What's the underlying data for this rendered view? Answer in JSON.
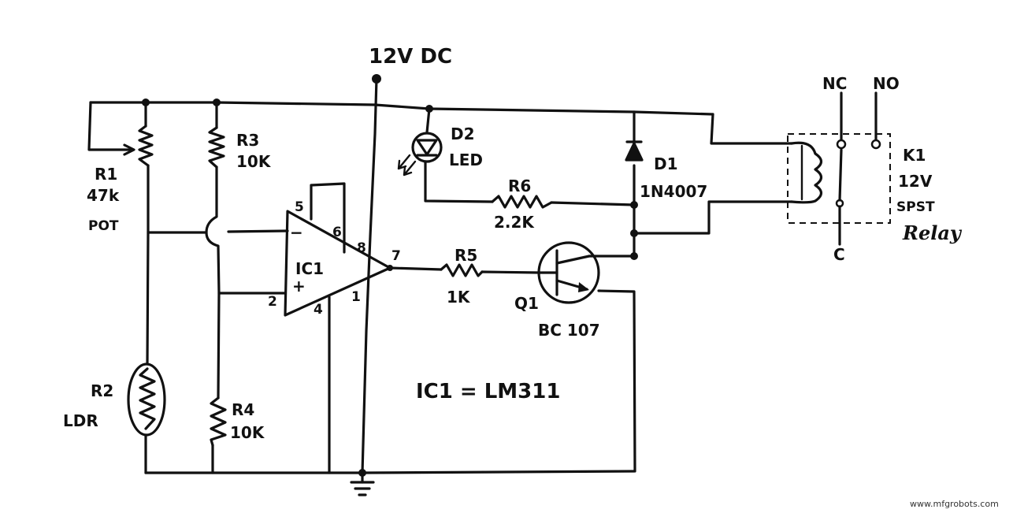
{
  "supply": "12V DC",
  "components": {
    "r1": {
      "ref": "R1",
      "value": "47k",
      "type": "POT"
    },
    "r2": {
      "ref": "R2",
      "type": "LDR"
    },
    "r3": {
      "ref": "R3",
      "value": "10K"
    },
    "r4": {
      "ref": "R4",
      "value": "10K"
    },
    "r5": {
      "ref": "R5",
      "value": "1K"
    },
    "r6": {
      "ref": "R6",
      "value": "2.2K"
    },
    "d1": {
      "ref": "D1",
      "value": "1N4007"
    },
    "d2": {
      "ref": "D2",
      "value": "LED"
    },
    "q1": {
      "ref": "Q1",
      "value": "BC 107"
    },
    "ic1": {
      "ref": "IC1"
    },
    "k1": {
      "ref": "K1",
      "voltage": "12V",
      "type": "SPST",
      "name": "Relay"
    }
  },
  "pins": {
    "p5": "5",
    "p6": "6",
    "p8": "8",
    "p7": "7",
    "p2": "2",
    "p4": "4",
    "p1": "1",
    "minus": "−",
    "plus": "+"
  },
  "relay_contacts": {
    "nc": "NC",
    "no": "NO",
    "c": "C"
  },
  "note": "IC1 = LM311",
  "watermark": "www.mfgrobots.com"
}
